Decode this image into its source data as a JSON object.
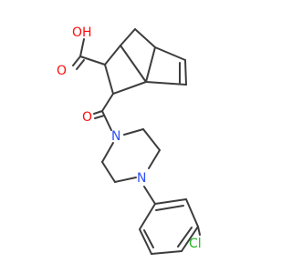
{
  "molecule": {
    "atoms": {
      "hydroxyl": "OH",
      "carboxyl_oxygen": "O",
      "ketone_oxygen": "O",
      "piperazine_n1": "N",
      "piperazine_n4": "N",
      "chlorine": "Cl"
    },
    "colors": {
      "bond": "#3d3d3d",
      "oxygen": "#ff0d0d",
      "nitrogen": "#3050f8",
      "chlorine": "#1fb71f"
    }
  }
}
